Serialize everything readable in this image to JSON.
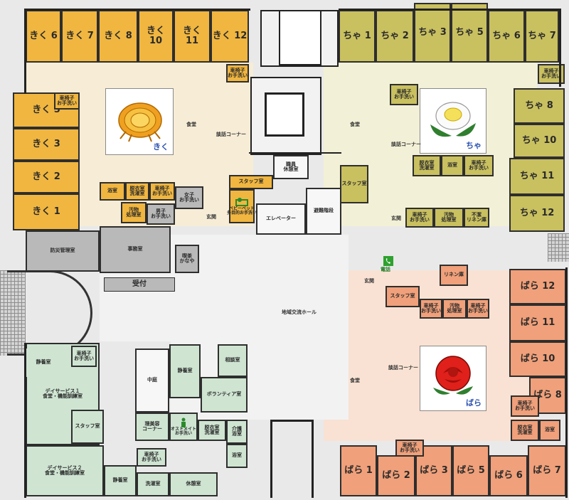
{
  "wings": {
    "kiku": {
      "name": "きく",
      "rooms": [
        "きく 6",
        "きく 7",
        "きく 8",
        "きく 10",
        "きく 11",
        "きく 12",
        "きく 5",
        "きく 3",
        "きく 2",
        "きく 1"
      ]
    },
    "cha": {
      "name": "ちゃ",
      "rooms": [
        "ちゃ 1",
        "ちゃ 2",
        "ちゃ 3",
        "ちゃ 5",
        "ちゃ 6",
        "ちゃ 7",
        "ちゃ 8",
        "ちゃ 10",
        "ちゃ 11",
        "ちゃ 12"
      ]
    },
    "bara": {
      "name": "ばら",
      "rooms": [
        "ばら 12",
        "ばら 11",
        "ばら 10",
        "ばら 8",
        "ばら 1",
        "ばら 2",
        "ばら 3",
        "ばら 5",
        "ばら 6",
        "ばら 7"
      ]
    }
  },
  "labels": {
    "dining": "食堂",
    "lounge_corner": "談話コーナー",
    "wheelchair_toilet": "車椅子\nお手洗い",
    "staff_room": "スタッフ室",
    "staff_room2": "スタッフ室",
    "changing_washing": "脱衣室\n洗濯室",
    "bath": "浴室",
    "bathroom": "浴室",
    "women_toilet": "女子\nお手洗い",
    "men_toilet": "男子\nお手洗い",
    "soiled": "汚物\n処理室",
    "soiled_sp": "汚物\n処理室",
    "unused_linen": "不潔\nリネン庫",
    "linen": "リネン庫",
    "baby_bed": "ベビーベッド\n多目的お手洗い",
    "entrance": "玄関",
    "elevator": "エレベーター",
    "emergency_stairs": "避難階段",
    "staff_lounge": "職員\n休憩室",
    "disaster_center": "防災管理室",
    "office": "事務室",
    "cafe": "喫茶\nかなや",
    "reception": "受付",
    "community_hall": "地域交流ホール",
    "phone": "電話",
    "day_service_1": "デイサービス１\n食堂・機能訓練室",
    "day_service_2": "デイサービス２\n食堂・機能訓練室",
    "quiet_room": "静養室",
    "courtyard": "中庭",
    "consult_room": "相談室",
    "volunteer_room": "ボランティア室",
    "beauty_corner": "理美容\nコーナー",
    "ostomate_toilet": "オストメイト\nお手洗い",
    "care_bath": "介護\n浴室",
    "laundry": "洗濯室",
    "rest_room": "休憩室"
  },
  "colors": {
    "kiku": "#f0b640",
    "cha": "#c9c060",
    "bara": "#f0a07a",
    "day_service": "#cfe5d2",
    "corridor": "#f7edd9",
    "grey_room": "#b9b9b9",
    "card_text": "#2b52b0",
    "phone_green": "#2ea12e"
  },
  "icons": [
    "chrysanthemum-icon",
    "camellia-icon",
    "rose-icon",
    "baby-bed-icon",
    "ostomate-icon",
    "phone-icon"
  ]
}
